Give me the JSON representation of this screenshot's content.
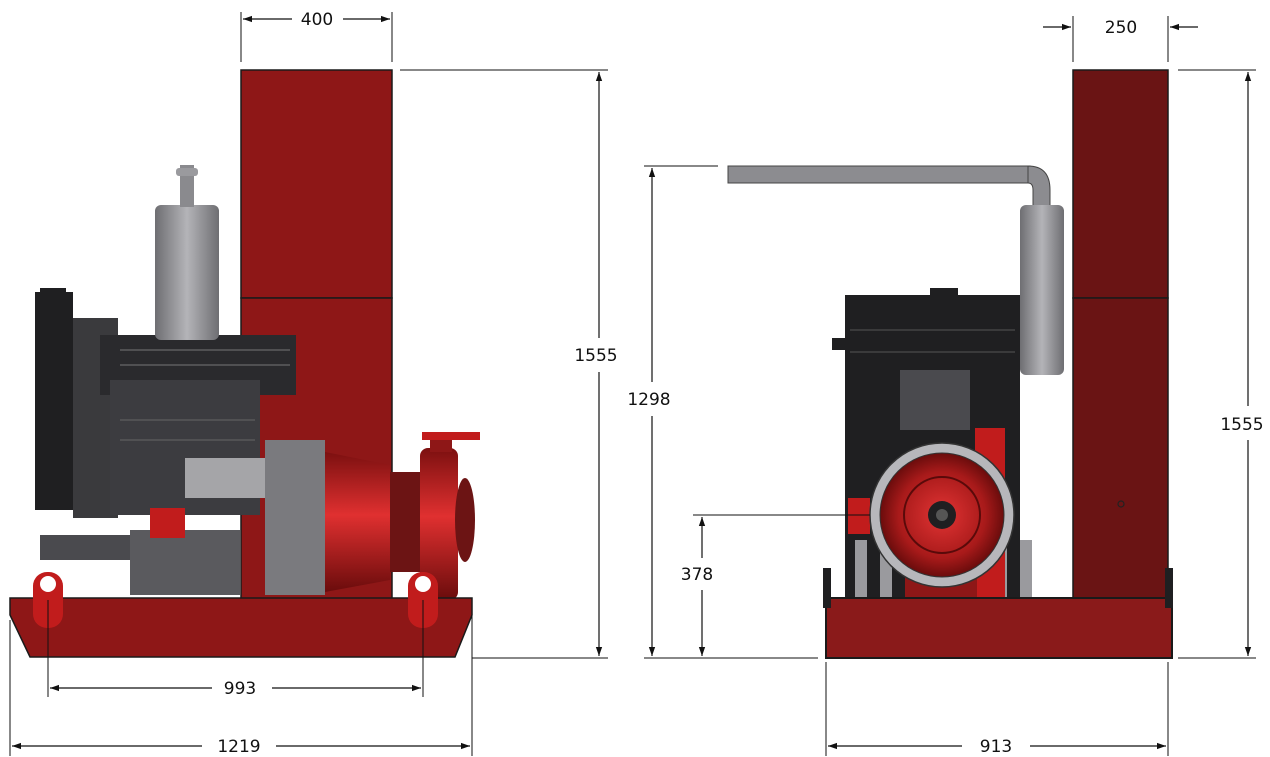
{
  "dimensions": {
    "front_cabinet_width": "400",
    "front_total_height": "1555",
    "front_foot_spacing": "993",
    "front_overall_length": "1219",
    "side_cabinet_depth": "250",
    "side_exhaust_height": "1298",
    "side_total_height": "1555",
    "side_shaft_height": "378",
    "side_overall_width": "913"
  },
  "colors": {
    "cabinet_red": "#8e1717",
    "pump_red": "#c11c1c",
    "engine_black": "#1f1f21",
    "exhaust_grey": "#8f8f93"
  }
}
